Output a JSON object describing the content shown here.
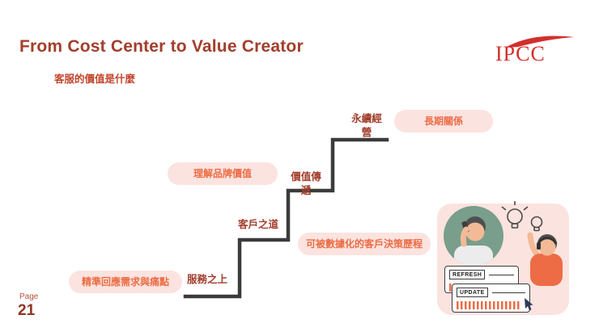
{
  "slide": {
    "title": "From Cost Center to Value Creator",
    "subtitle": "客服的價值是什麼",
    "page_label": "Page",
    "page_number": "21"
  },
  "logo": {
    "text": "IPCC"
  },
  "stairs": {
    "step_labels": [
      "服務之上",
      "客戶之道",
      "價值傳遞",
      "永續經營"
    ],
    "pills": [
      "精準回應需求與痛點",
      "理解品牌價值",
      "可被數據化的客戶決策歷程",
      "長期關係"
    ]
  },
  "illustration": {
    "refresh_label": "REFRESH",
    "update_label": "UPDATE"
  },
  "colors": {
    "title_red": "#A23E2C",
    "accent_orange": "#ED6C45",
    "pill_bg": "#FBE3DF",
    "stair_line": "#3B3B3B",
    "logo_red": "#D2302A",
    "illustration_green": "#799E8B"
  }
}
